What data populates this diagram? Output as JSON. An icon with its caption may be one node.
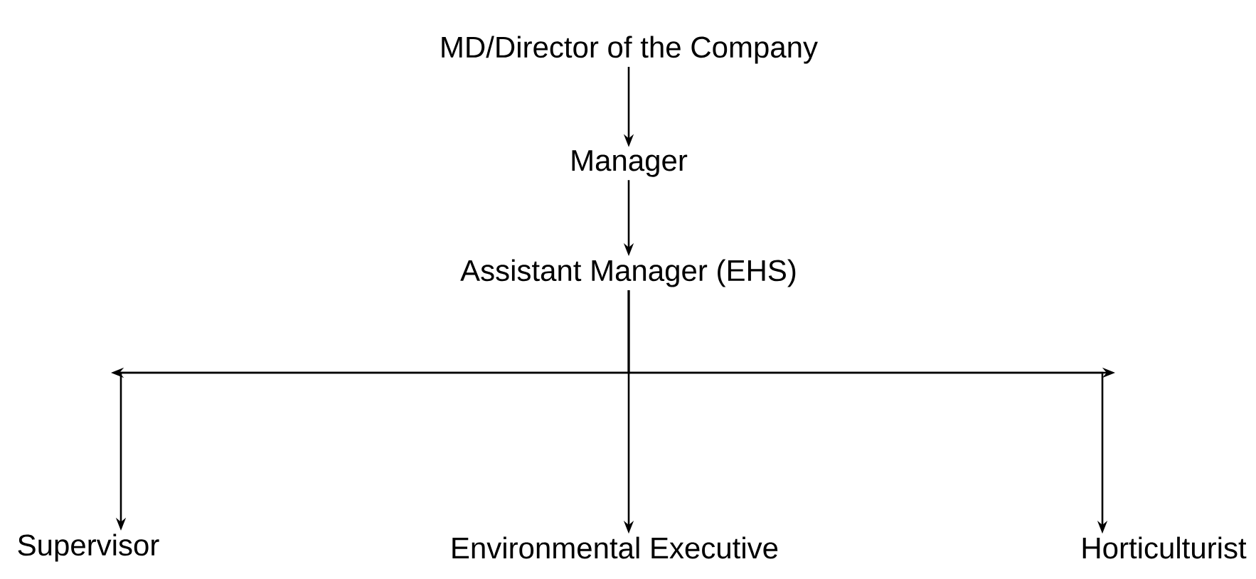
{
  "diagram": {
    "nodes": [
      {
        "text": [
          "MD/Director of the Company"
        ]
      },
      {
        "text": [
          "Manager"
        ]
      },
      {
        "text": [
          "Assistant Manager (EHS)"
        ]
      },
      {
        "text": [
          "Supervisor"
        ]
      },
      {
        "text": [
          "Environmental Executive"
        ]
      },
      {
        "text": [
          "Horticulturist"
        ]
      }
    ],
    "edges": [
      {
        "from": 0,
        "to": 1,
        "arrow": "to"
      },
      {
        "from": 1,
        "to": 2,
        "arrow": "to"
      },
      {
        "from": 2,
        "to": 3,
        "arrow": "to"
      },
      {
        "from": 2,
        "to": 4,
        "arrow": "to"
      },
      {
        "from": 2,
        "to": 5,
        "arrow": "to"
      }
    ]
  }
}
